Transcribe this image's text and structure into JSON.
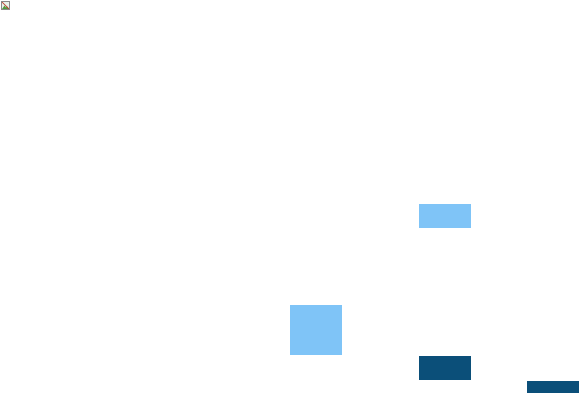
{
  "icons": {
    "broken_image": "broken-image-icon"
  },
  "colors": {
    "background": "#ffffff",
    "light_block": "#7fc4f7",
    "dark_block": "#0b4f79"
  },
  "blocks": [
    {
      "name": "light-block-1",
      "tone": "light_block"
    },
    {
      "name": "light-block-2",
      "tone": "light_block"
    },
    {
      "name": "dark-block-1",
      "tone": "dark_block"
    },
    {
      "name": "dark-block-2",
      "tone": "dark_block"
    }
  ]
}
